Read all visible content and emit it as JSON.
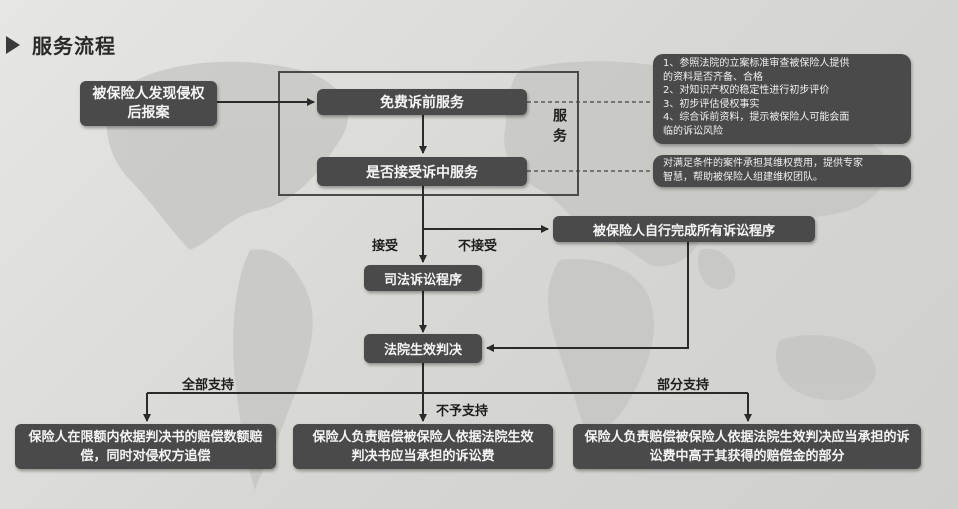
{
  "header": {
    "title": "服务流程",
    "icon": "play-triangle-icon"
  },
  "nodes": {
    "report": "被保险人发现侵权后报案",
    "free_service": "免费诉前服务",
    "accept_service": "是否接受诉中服务",
    "self_complete": "被保险人自行完成所有诉讼程序",
    "judicial": "司法诉讼程序",
    "judgment": "法院生效判决",
    "outcome_full": "保险人在限额内依据判决书的赔偿数额赔偿，同时对侵权方追偿",
    "outcome_none": "保险人负责赔偿被保险人依据法院生效判决书应当承担的诉讼费",
    "outcome_partial": "保险人负责赔偿被保险人依据法院生效判决应当承担的诉讼费中高于其获得的赔偿金的部分"
  },
  "group_label": "服务",
  "labels": {
    "accept": "接受",
    "reject": "不接受",
    "full_support": "全部支持",
    "no_support": "不予支持",
    "partial_support": "部分支持"
  },
  "notes": {
    "pre_service": [
      "1、参照法院的立案标准审查被保险人提供",
      "的资料是否齐备、合格",
      "2、对知识产权的稳定性进行初步评价",
      "3、初步评估侵权事实",
      "4、综合诉前资料，提示被保险人可能会面",
      "临的诉讼风险"
    ],
    "in_service": [
      "对满足条件的案件承担其维权费用，提供专家",
      "智慧，帮助被保险人组建维权团队。"
    ]
  },
  "colors": {
    "node_fill": "#4a4a4a",
    "node_text": "#f4f4f4",
    "line": "#2b2b2b",
    "background": "#d9d9d6"
  }
}
